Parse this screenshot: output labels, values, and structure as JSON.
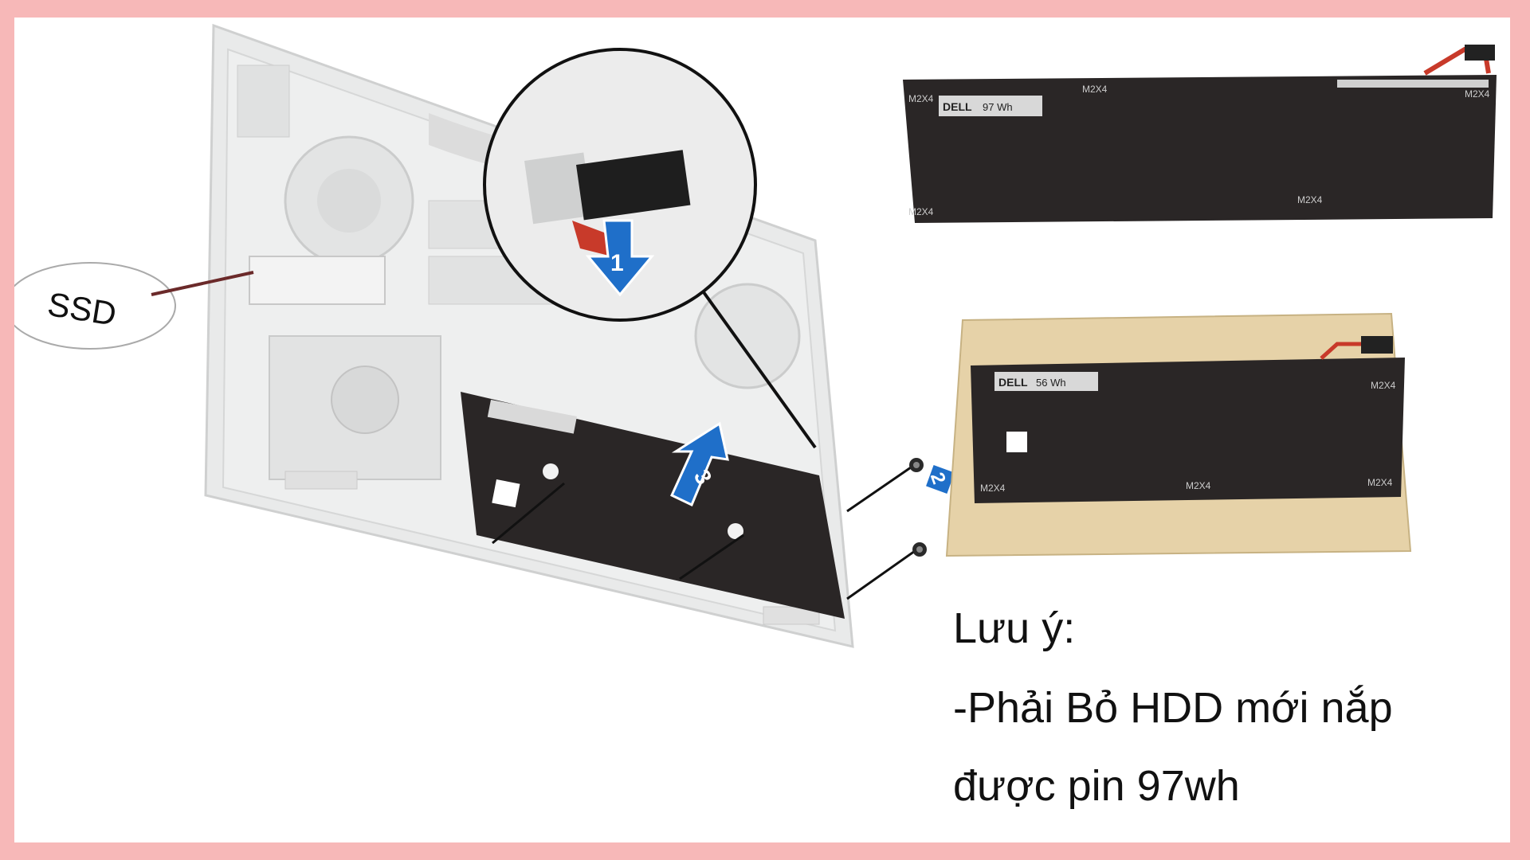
{
  "callout": {
    "ssd_label": "SSD"
  },
  "steps": {
    "step1": "1",
    "step2": "2",
    "step3": "3"
  },
  "battery_top": {
    "brand": "DELL",
    "capacity": "97 Wh",
    "screw_label": "M2X4"
  },
  "battery_bottom": {
    "brand": "DELL",
    "capacity": "56 Wh",
    "screw_label": "M2X4"
  },
  "note": {
    "title": "Lưu ý:",
    "line1": "-Phải Bỏ HDD mới nắp",
    "line2": "được pin 97wh"
  },
  "colors": {
    "frame_border": "#f7b8b8",
    "step_arrow": "#1f6fc9",
    "battery": "#2a2626",
    "box": "#e6d2a8",
    "ssd_line": "#6b2a2a"
  }
}
